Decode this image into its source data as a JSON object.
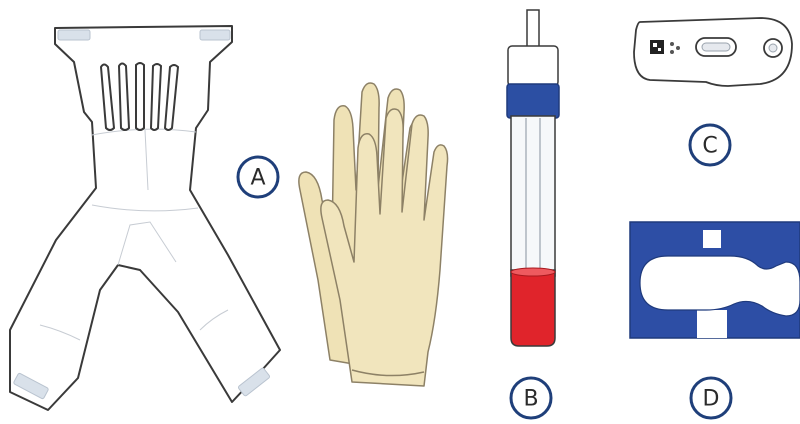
{
  "labels": {
    "a": "A",
    "b": "B",
    "c": "C",
    "d": "D"
  },
  "items": {
    "a": "collection-sheet",
    "b": "collection-tube",
    "c": "test-cassette",
    "d": "cassette-holder",
    "gloves": "gloves"
  },
  "colors": {
    "outline": "#3a3a3a",
    "sheet_fill": "#ffffff",
    "tab_fill": "#d9e1ea",
    "glove_fill": "#efe2b6",
    "glove_stroke": "#8d8166",
    "cap_blue": "#2c4fa3",
    "tube_red": "#e0242b",
    "holder_blue": "#2d4ea5",
    "label_ring": "#1f3f7a"
  }
}
